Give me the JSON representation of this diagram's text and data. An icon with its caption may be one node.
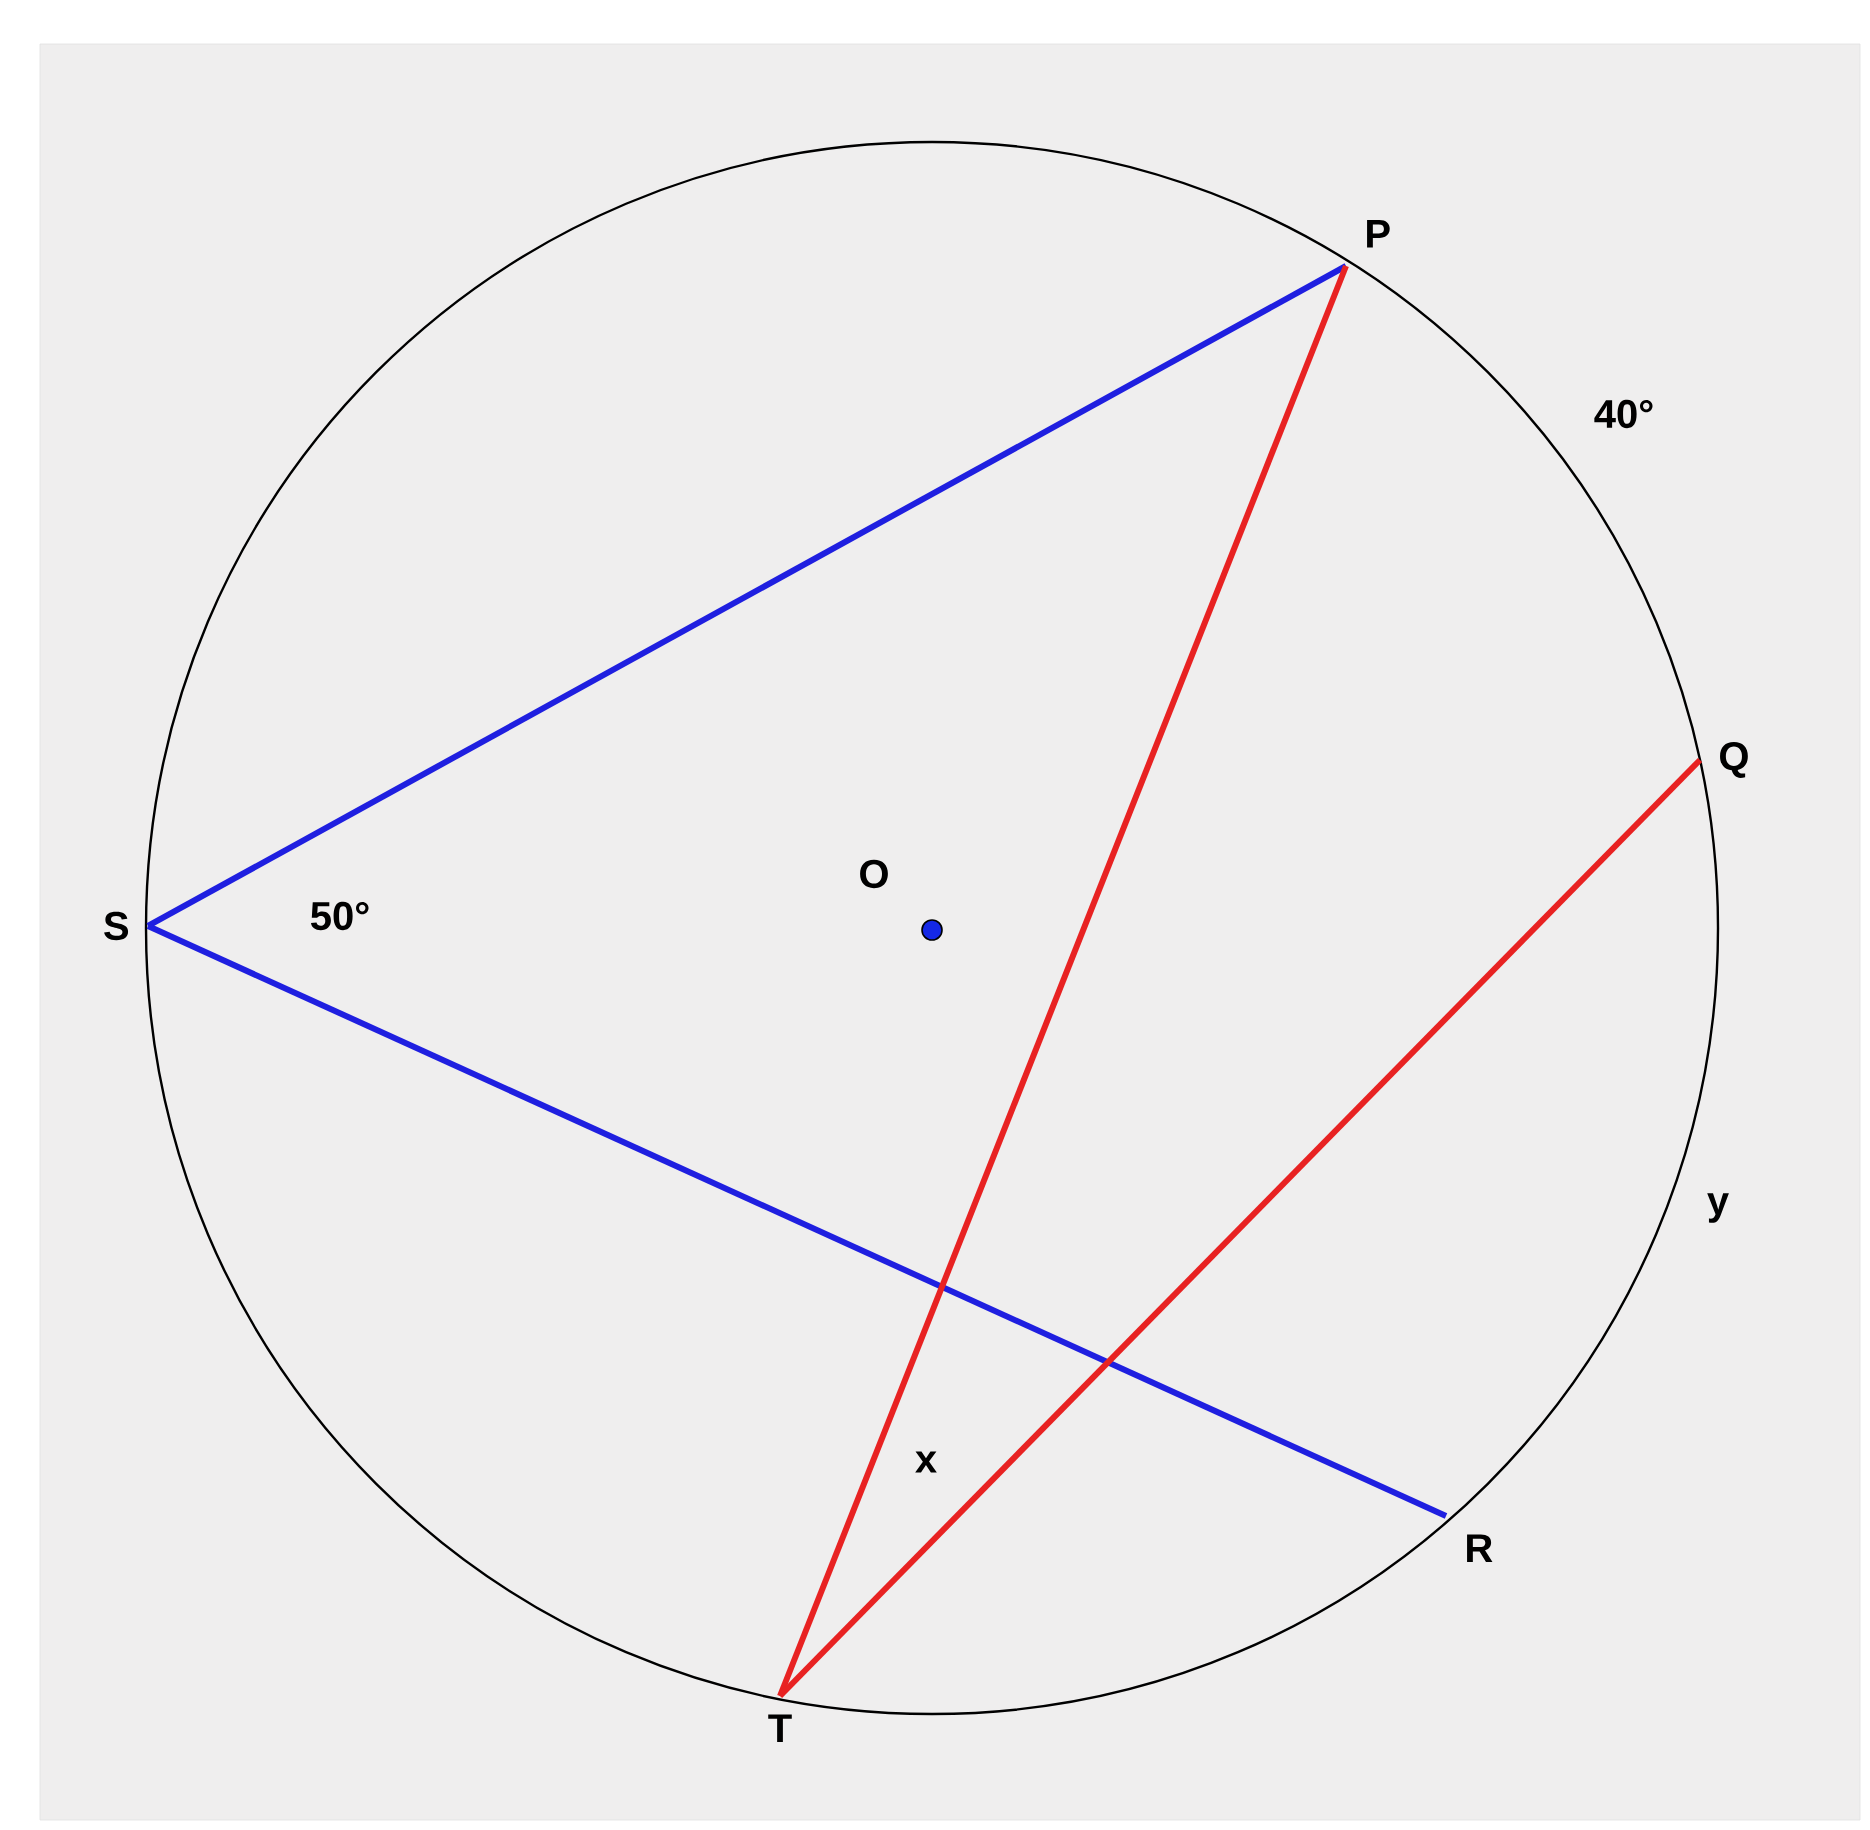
{
  "diagram": {
    "nodes": [
      {
        "text": [
          "P"
        ]
      },
      {
        "text": [
          "Q"
        ]
      },
      {
        "text": [
          "R"
        ]
      },
      {
        "text": [
          "S"
        ]
      },
      {
        "text": [
          "T"
        ]
      }
    ],
    "edges": [
      {
        "from": 3,
        "to": 0,
        "arrow": "none",
        "color": "#1f1fe0"
      },
      {
        "from": 3,
        "to": 2,
        "arrow": "none",
        "color": "#1f1fe0"
      },
      {
        "from": 0,
        "to": 4,
        "arrow": "none",
        "color": "#e82222"
      },
      {
        "from": 4,
        "to": 1,
        "arrow": "none",
        "color": "#e82222"
      }
    ],
    "labels": [
      "40°",
      "O",
      "50°",
      "y",
      "x"
    ]
  }
}
